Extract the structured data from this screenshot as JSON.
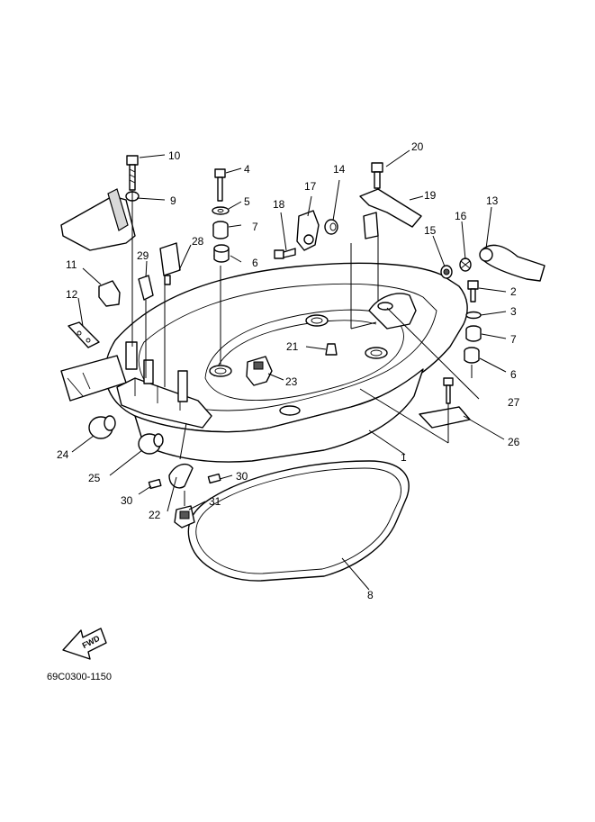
{
  "callouts": [
    {
      "n": "1"
    },
    {
      "n": "2"
    },
    {
      "n": "3"
    },
    {
      "n": "4"
    },
    {
      "n": "5"
    },
    {
      "n": "6"
    },
    {
      "n": "6"
    },
    {
      "n": "7"
    },
    {
      "n": "7"
    },
    {
      "n": "8"
    },
    {
      "n": "9"
    },
    {
      "n": "10"
    },
    {
      "n": "11"
    },
    {
      "n": "12"
    },
    {
      "n": "13"
    },
    {
      "n": "14"
    },
    {
      "n": "15"
    },
    {
      "n": "16"
    },
    {
      "n": "17"
    },
    {
      "n": "18"
    },
    {
      "n": "19"
    },
    {
      "n": "20"
    },
    {
      "n": "21"
    },
    {
      "n": "22"
    },
    {
      "n": "23"
    },
    {
      "n": "24"
    },
    {
      "n": "25"
    },
    {
      "n": "26"
    },
    {
      "n": "27"
    },
    {
      "n": "28"
    },
    {
      "n": "29"
    },
    {
      "n": "30"
    },
    {
      "n": "30"
    },
    {
      "n": "31"
    }
  ],
  "fwd_label": "FWD",
  "diagram_code": "69C0300-1150"
}
